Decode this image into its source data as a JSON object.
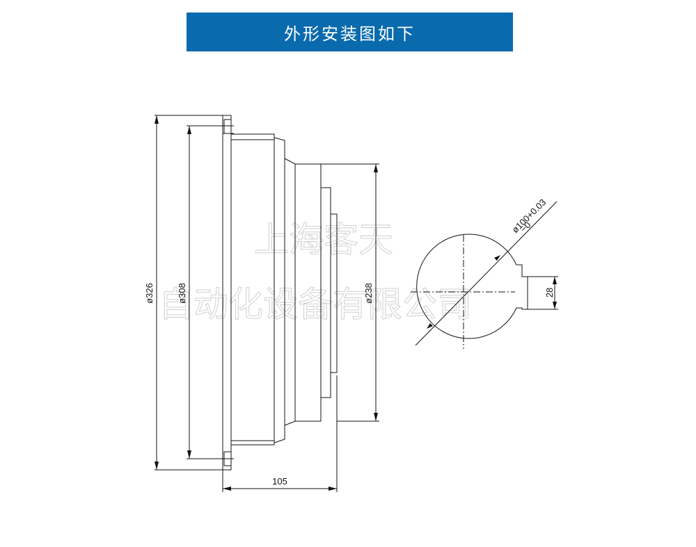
{
  "title": "外形安装图如下",
  "watermark": {
    "line1": "上海客天",
    "line2": "自动化设备有限公司"
  },
  "dimensions": {
    "d326": "ø326",
    "d308": "ø308",
    "d238": "ø238",
    "length": "105",
    "bore": "ø100+0.03",
    "bore_lower": "−0",
    "keyway": "28"
  },
  "colors": {
    "title_bg": "#0a6aae",
    "title_text": "#ffffff",
    "line": "#111111",
    "watermark": "#cfcfcf"
  }
}
